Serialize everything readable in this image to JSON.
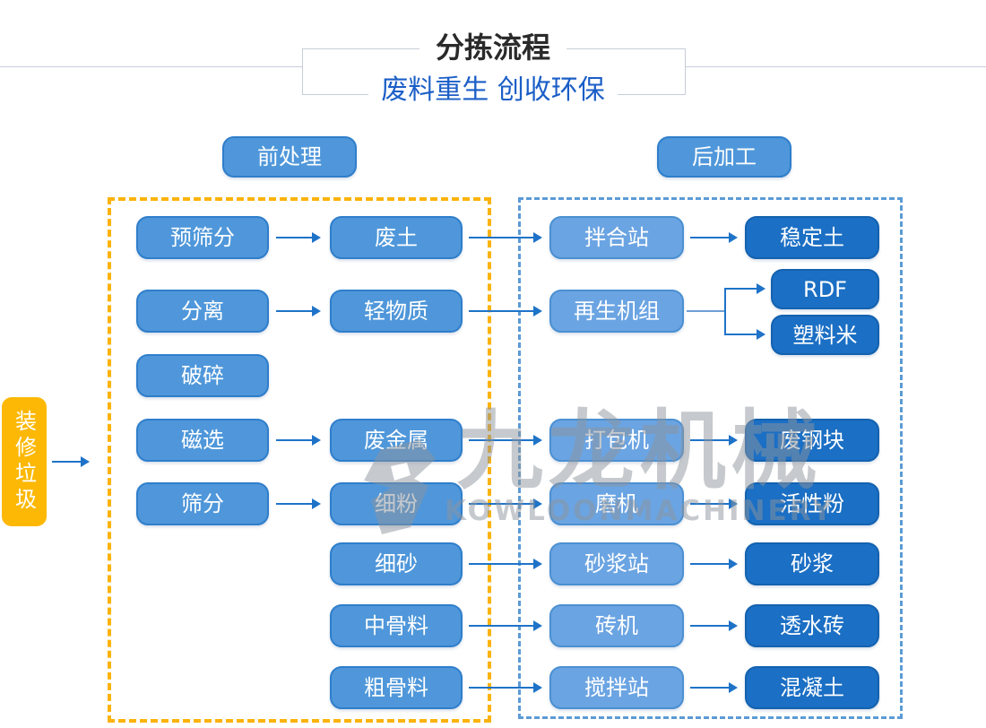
{
  "title": {
    "main": "分拣流程",
    "subtitle": "废料重生 创收环保"
  },
  "section_labels": {
    "pre_treatment": "前处理",
    "post_processing": "后加工"
  },
  "source_box": "装修垃圾",
  "watermark": {
    "cn": "九龙机械",
    "en": "KOWLOONMACHINERY"
  },
  "flow": {
    "pre_steps": [
      "预筛分",
      "分离",
      "破碎",
      "磁选",
      "筛分"
    ],
    "materials": [
      "废土",
      "轻物质",
      "废金属",
      "细粉",
      "细砂",
      "中骨料",
      "粗骨料"
    ],
    "machines": [
      "拌合站",
      "再生机组",
      "打包机",
      "磨机",
      "砂浆站",
      "砖机",
      "搅拌站"
    ],
    "products": [
      "稳定土",
      "RDF",
      "塑料米",
      "废钢块",
      "活性粉",
      "砂浆",
      "透水砖",
      "混凝土"
    ]
  },
  "colors": {
    "box_blue_medium": "#4f97da",
    "box_blue_light": "#6ba4e2",
    "box_blue_dark": "#1b6fc4",
    "dashed_yellow": "#fbb30a",
    "dashed_blue": "#5b9bd5",
    "source_yellow": "#fcb805",
    "arrow_blue": "#1e73c8",
    "subtitle_blue": "#1b5ec7",
    "watermark_gray": "#8e959d"
  }
}
